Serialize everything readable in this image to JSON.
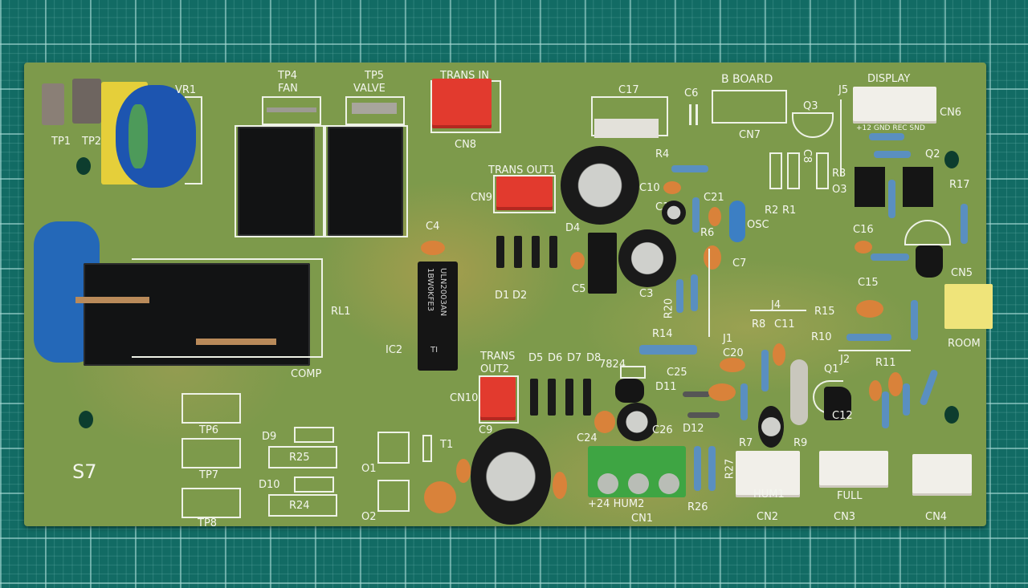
{
  "board": {
    "model": "S7",
    "labels": {
      "tp1": "TP1",
      "tp2": "TP2",
      "vr1": "VR1",
      "tp4": "TP4",
      "fan": "FAN",
      "tp5": "TP5",
      "valve": "VALVE",
      "trans_in": "TRANS IN",
      "cn8": "CN8",
      "c17": "C17",
      "c6": "C6",
      "b_board": "B BOARD",
      "cn7": "CN7",
      "j5": "J5",
      "q3": "Q3",
      "display": "DISPLAY",
      "cn6": "CN6",
      "display_pins": "+12 GND REC SND",
      "r4": "R4",
      "q2": "Q2",
      "c8": "C8",
      "r3": "R3",
      "o3": "O3",
      "r2": "R2",
      "r1": "R1",
      "r17": "R17",
      "trans_out1": "TRANS OUT1",
      "cn9": "CN9",
      "c10": "C10",
      "c21": "C21",
      "c19": "C19",
      "r6": "R6",
      "osc": "OSC",
      "c16": "C16",
      "c7": "C7",
      "c4": "C4",
      "d4": "D4",
      "d1": "D1",
      "d2": "D2",
      "c5": "C5",
      "c3": "C3",
      "r20": "R20",
      "c15": "C15",
      "cn5": "CN5",
      "room": "ROOM",
      "rl1": "RL1",
      "j4": "J4",
      "r15": "R15",
      "r8": "R8",
      "c11": "C11",
      "r10": "R10",
      "r14": "R14",
      "j1": "J1",
      "c20": "C20",
      "ic2": "IC2",
      "trans_out2_a": "TRANS",
      "trans_out2_b": "OUT2",
      "d5": "D5",
      "d6": "D6",
      "d7": "D7",
      "d8": "D8",
      "u7824": "7824",
      "c25": "C25",
      "d11": "D11",
      "j2": "J2",
      "r11": "R11",
      "q1": "Q1",
      "c12": "C12",
      "comp": "COMP",
      "cn10": "CN10",
      "d12": "D12",
      "c9": "C9",
      "c26": "C26",
      "r7": "R7",
      "r9": "R9",
      "tp6": "TP6",
      "d9": "D9",
      "t1": "T1",
      "r25": "R25",
      "o1": "O1",
      "tp7": "TP7",
      "d10": "D10",
      "c24": "C24",
      "r27": "R27",
      "r24": "R24",
      "o2": "O2",
      "tp8": "TP8",
      "hum2": "+24 HUM2",
      "cn1": "CN1",
      "r26": "R26",
      "hum1": "HUM1",
      "cn2": "CN2",
      "full": "FULL",
      "cn3": "CN3",
      "cn4": "CN4"
    },
    "chip_text": [
      "TI",
      "ULN2003AN",
      "1BW0KFE3"
    ]
  }
}
